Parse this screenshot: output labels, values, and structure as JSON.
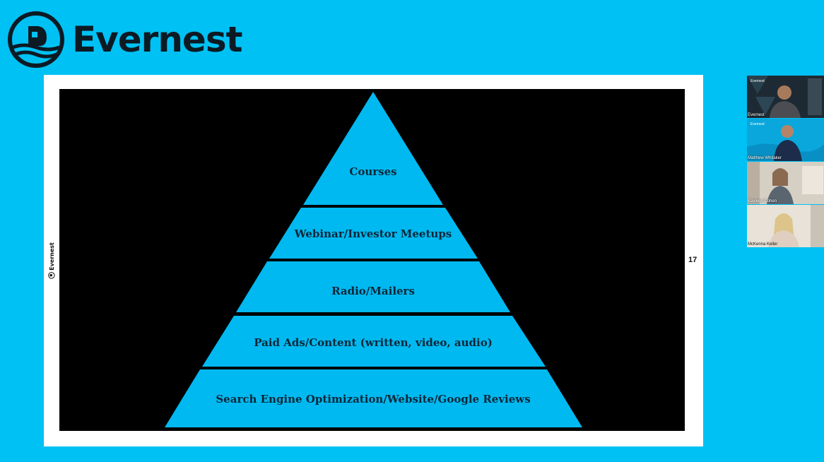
{
  "header": {
    "brand_name": "Evernest"
  },
  "slide": {
    "side_brand": "Evernest",
    "page_number": "17",
    "pyramid_levels": [
      "Courses",
      "Webinar/Investor Meetups",
      "Radio/Mailers",
      "Paid Ads/Content (written, video, audio)",
      "Search Engine Optimization/Website/Google Reviews"
    ],
    "colors": {
      "pyramid_fill": "#00b9f0",
      "canvas": "#000000",
      "background": "#00c1f3"
    }
  },
  "participants": [
    {
      "name": "Evernest",
      "brand": "Evernest"
    },
    {
      "name": "Matthew Whitaker",
      "brand": "Evernest"
    },
    {
      "name": "Kayleen Cohen"
    },
    {
      "name": "McKenna Keller"
    }
  ]
}
